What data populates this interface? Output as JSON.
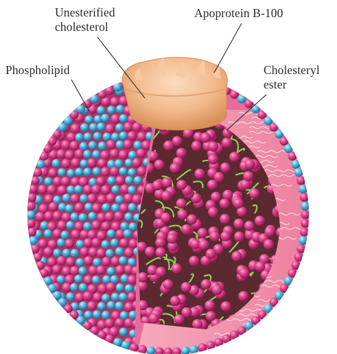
{
  "labels": {
    "unesterified_cholesterol": [
      "Unesterified",
      "cholesterol"
    ],
    "apoprotein": "Apoprotein B-100",
    "phospholipid": "Phospholipid",
    "cholesteryl_ester": [
      "Cholesteryl",
      "ester"
    ]
  },
  "colors": {
    "phospholipid_head": "#4fb3d9",
    "ester_ball": "#d9408a",
    "core_background": "#5a2a30",
    "fatty_tail": "#8fd15a",
    "apoprotein": "#f2b98a",
    "shell_bands": "#f08aa6",
    "leader_line": "#333333"
  }
}
